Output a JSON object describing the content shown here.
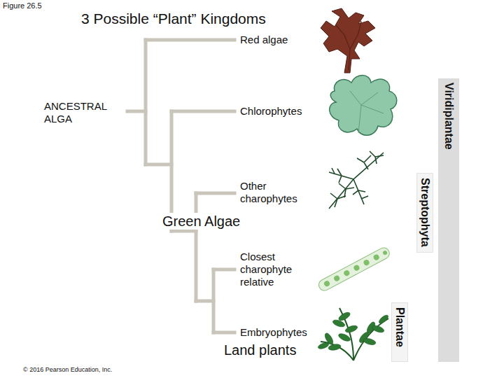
{
  "diagram": {
    "title": "3 Possible “Plant” Kingdoms",
    "nodes": [
      {
        "text": [
          "Viridiplantae"
        ]
      },
      {
        "text": [
          "Streptophyta"
        ]
      },
      {
        "text": [
          "Plantae"
        ]
      }
    ],
    "labels": [
      "Figure 26.5",
      "Red algae",
      "ANCESTRAL ALGA",
      "Chlorophytes",
      "Other charophytes",
      "Green Algae",
      "Closest charophyte relative",
      "Embryophytes",
      "Land plants",
      "© 2016 Pearson Education, Inc."
    ]
  }
}
